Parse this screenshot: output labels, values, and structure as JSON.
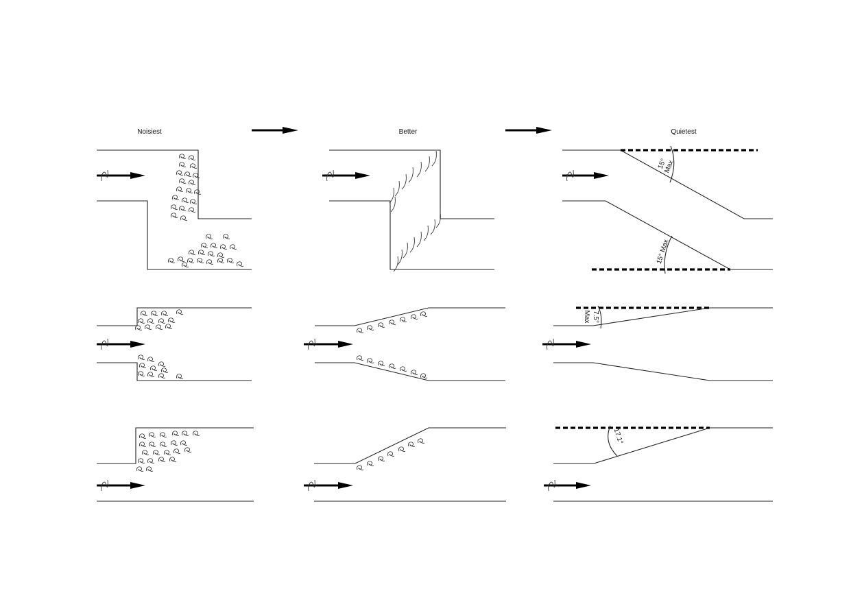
{
  "columns": {
    "noisiest": "Noisiest",
    "better": "Better",
    "quietest": "Quietest"
  },
  "annotations": {
    "row1_top_angle": "15°",
    "row1_top_max": "Max",
    "row1_bottom_angle": "15° Max",
    "row2_angle": "7.5°",
    "row2_max": "Max",
    "row3_angle": "17.1°"
  },
  "colors": {
    "line": "#222222",
    "background": "#ffffff"
  }
}
